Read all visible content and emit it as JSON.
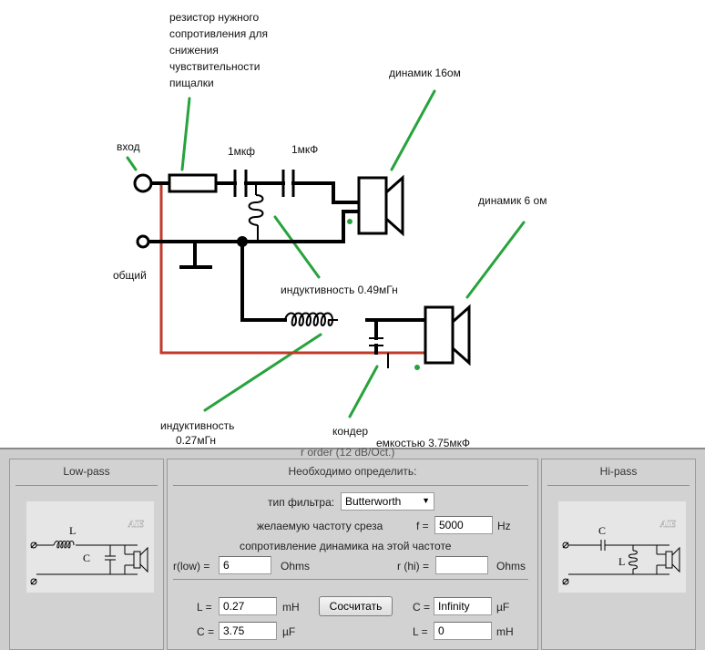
{
  "diagram": {
    "labels": {
      "resistor_note": [
        "резистор нужного",
        "сопротивления для",
        "снижения",
        "чувствительности",
        "пищалки"
      ],
      "speaker16": "динамик 16ом",
      "input": "вход",
      "cap1": "1мкф",
      "cap2": "1мкФ",
      "speaker6": "динамик 6 ом",
      "common": "общий",
      "ind049": "индуктивность 0.49мГн",
      "ind027_l1": "индуктивность",
      "ind027_l2": "0.27мГн",
      "cap_l1": "кондер",
      "cap_l2": "емкостью 3.75мкФ"
    },
    "colors": {
      "wire": "#000000",
      "ground_wire": "#c0392b",
      "pointer": "#27a33c"
    }
  },
  "calculator": {
    "header_obscured": "r order (12 dB/Oct.)",
    "lowpass": {
      "title": "Low-pass",
      "L": "L",
      "C": "C",
      "logo": "AIE"
    },
    "hipass": {
      "title": "Hi-pass",
      "C": "C",
      "L": "L",
      "logo": "AIE"
    },
    "center": {
      "title": "Необходимо определить:",
      "filter_type_label": "тип фильтра:",
      "filter_type_value": "Butterworth",
      "cutoff_label": "желаемую частоту среза",
      "f_label": "f =",
      "f_value": "5000",
      "f_unit": "Hz",
      "impedance_label": "сопротивление динамика на этой частоте",
      "rlow_label": "r(low) =",
      "rlow_value": "6",
      "rlow_unit": "Ohms",
      "rhi_label": "r (hi) =",
      "rhi_value": "",
      "rhi_unit": "Ohms",
      "L_left_label": "L =",
      "L_left_value": "0.27",
      "L_left_unit": "mH",
      "calc_button": "Сосчитать",
      "C_right_label": "C =",
      "C_right_value": "Infinity",
      "C_right_unit": "µF",
      "C_left_label": "C =",
      "C_left_value": "3.75",
      "C_left_unit": "µF",
      "L_right_label": "L =",
      "L_right_value": "0",
      "L_right_unit": "mH"
    }
  }
}
